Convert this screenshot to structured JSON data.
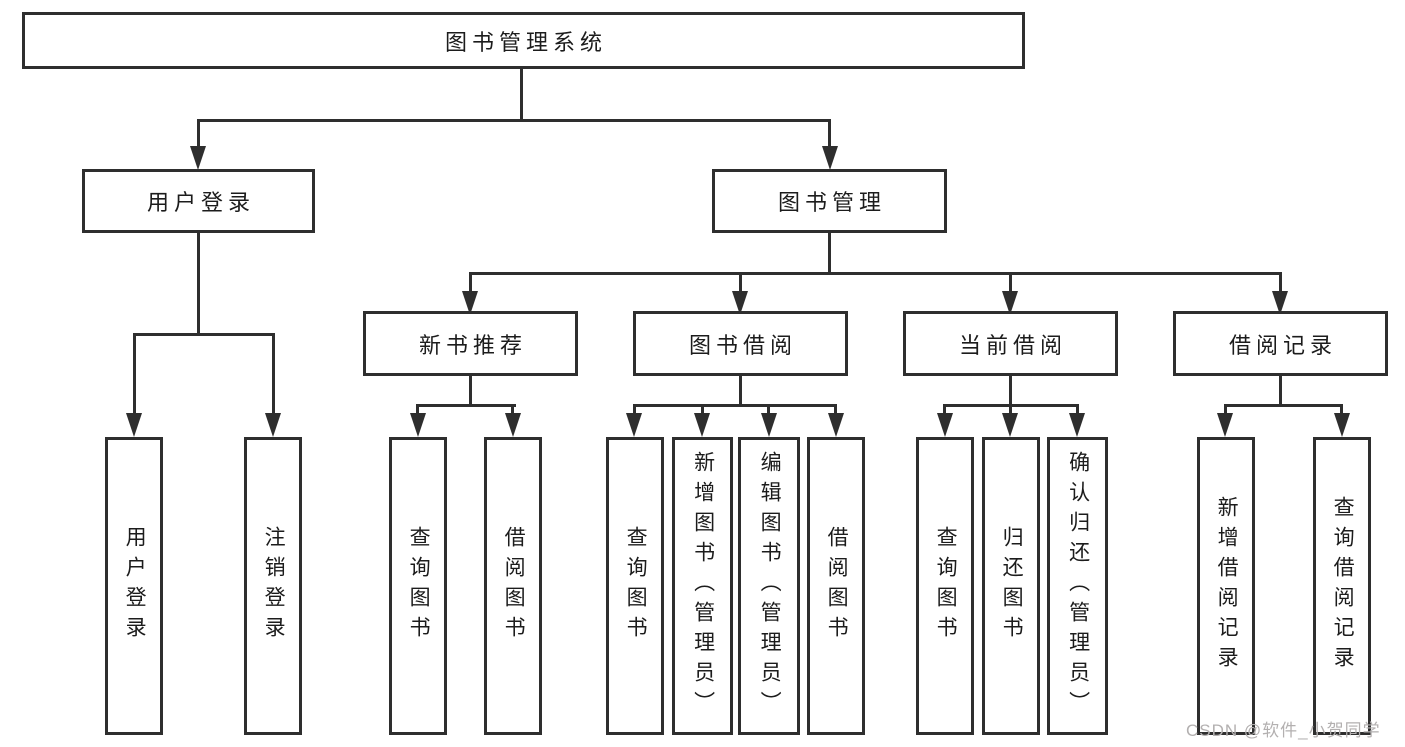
{
  "diagram": {
    "tree": {
      "label": "图书管理系统",
      "children": [
        {
          "label": "用户登录",
          "children": [
            {
              "label": "用户登录"
            },
            {
              "label": "注销登录"
            }
          ]
        },
        {
          "label": "图书管理",
          "children": [
            {
              "label": "新书推荐",
              "children": [
                {
                  "label": "查询图书"
                },
                {
                  "label": "借阅图书"
                }
              ]
            },
            {
              "label": "图书借阅",
              "children": [
                {
                  "label": "查询图书"
                },
                {
                  "label": "新增图书（管理员）"
                },
                {
                  "label": "编辑图书（管理员）"
                },
                {
                  "label": "借阅图书"
                }
              ]
            },
            {
              "label": "当前借阅",
              "children": [
                {
                  "label": "查询图书"
                },
                {
                  "label": "归还图书"
                },
                {
                  "label": "确认归还（管理员）"
                }
              ]
            },
            {
              "label": "借阅记录",
              "children": [
                {
                  "label": "新增借阅记录"
                },
                {
                  "label": "查询借阅记录"
                }
              ]
            }
          ]
        }
      ]
    },
    "colors": {
      "line": "#2e2e2e",
      "text": "#1c1c1c",
      "background": "#ffffff",
      "watermark_text": "#b3b0b0"
    }
  },
  "watermark": {
    "text": "CSDN @软件_小贺同学"
  }
}
